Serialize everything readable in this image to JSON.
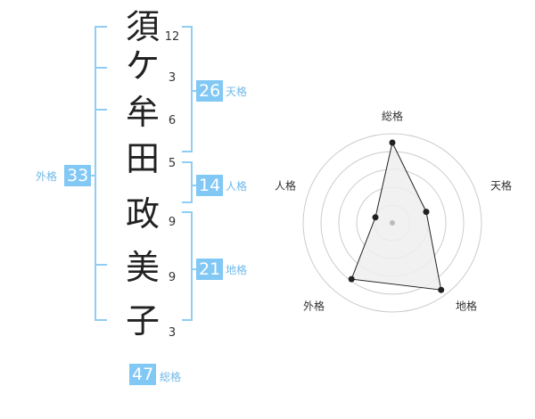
{
  "name": {
    "characters": [
      "須",
      "ケ",
      "牟",
      "田",
      "政",
      "美",
      "子"
    ],
    "strokes": [
      "12",
      "3",
      "6",
      "5",
      "9",
      "9",
      "3"
    ]
  },
  "kakusu": {
    "tenkaku": {
      "value": "26",
      "label": "天格"
    },
    "jinkaku": {
      "value": "14",
      "label": "人格"
    },
    "chikaku": {
      "value": "21",
      "label": "地格"
    },
    "gaikaku": {
      "value": "33",
      "label": "外格"
    },
    "soukaku": {
      "value": "47",
      "label": "総格"
    }
  },
  "radar": {
    "labels": {
      "top": "総格",
      "right": "天格",
      "bottom_right": "地格",
      "bottom_left": "外格",
      "left": "人格"
    },
    "rings": 5,
    "values": {
      "soukaku": 0.9,
      "tenkaku": 0.4,
      "chikaku": 0.93,
      "gaikaku": 0.78,
      "jinkaku": 0.2
    },
    "colors": {
      "grid": "#cccccc",
      "fill": "#efefef",
      "stroke": "#222222",
      "center": "#bbbbbb"
    }
  }
}
